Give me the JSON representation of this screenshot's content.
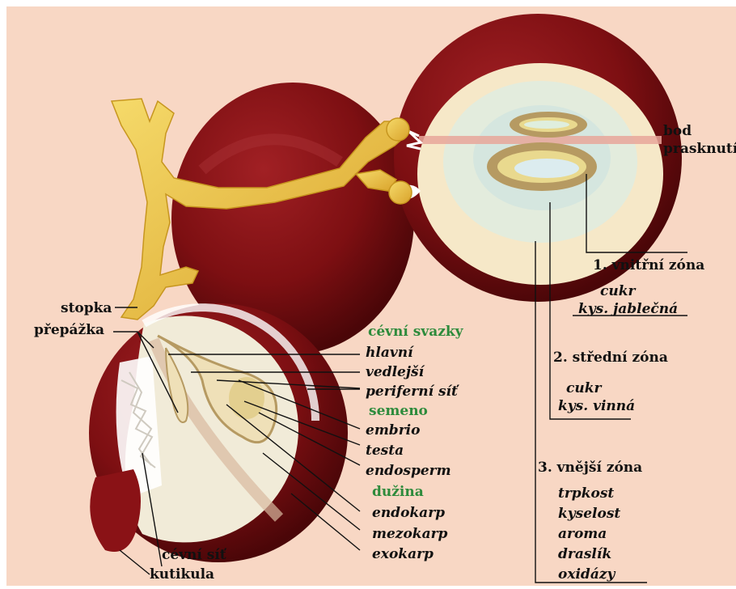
{
  "colors": {
    "background": "#f8d7c4",
    "grape": "#7d0f12",
    "stem": "#e8c142",
    "section_label": "#2e8b3c"
  },
  "labels": {
    "bod": "bod",
    "prasknuti": "prasknutí",
    "zone1": {
      "title": "1. vnitřní zóna",
      "items": [
        "cukr",
        "kys. jablečná"
      ]
    },
    "zone2": {
      "title": "2. střední zóna",
      "items": [
        "cukr",
        "kys. vinná"
      ]
    },
    "zone3": {
      "title": "3. vnější zóna",
      "items": [
        "trpkost",
        "kyselost",
        "aroma",
        "draslík",
        "oxidázy"
      ]
    },
    "stopka": "stopka",
    "prepazka": "přepážka",
    "cevni_svazky": "cévní svazky",
    "hlavni": "hlavní",
    "vedlejsi": "vedlejší",
    "periferni_sit": "periferní síť",
    "semeno": "semeno",
    "embrio": "embrio",
    "testa": "testa",
    "endosperm": "endosperm",
    "duzina": "dužina",
    "endokarp": "endokarp",
    "mezokarp": "mezokarp",
    "exokarp": "exokarp",
    "cevni_sit": "cévní síť",
    "kutikula": "kutikula"
  }
}
